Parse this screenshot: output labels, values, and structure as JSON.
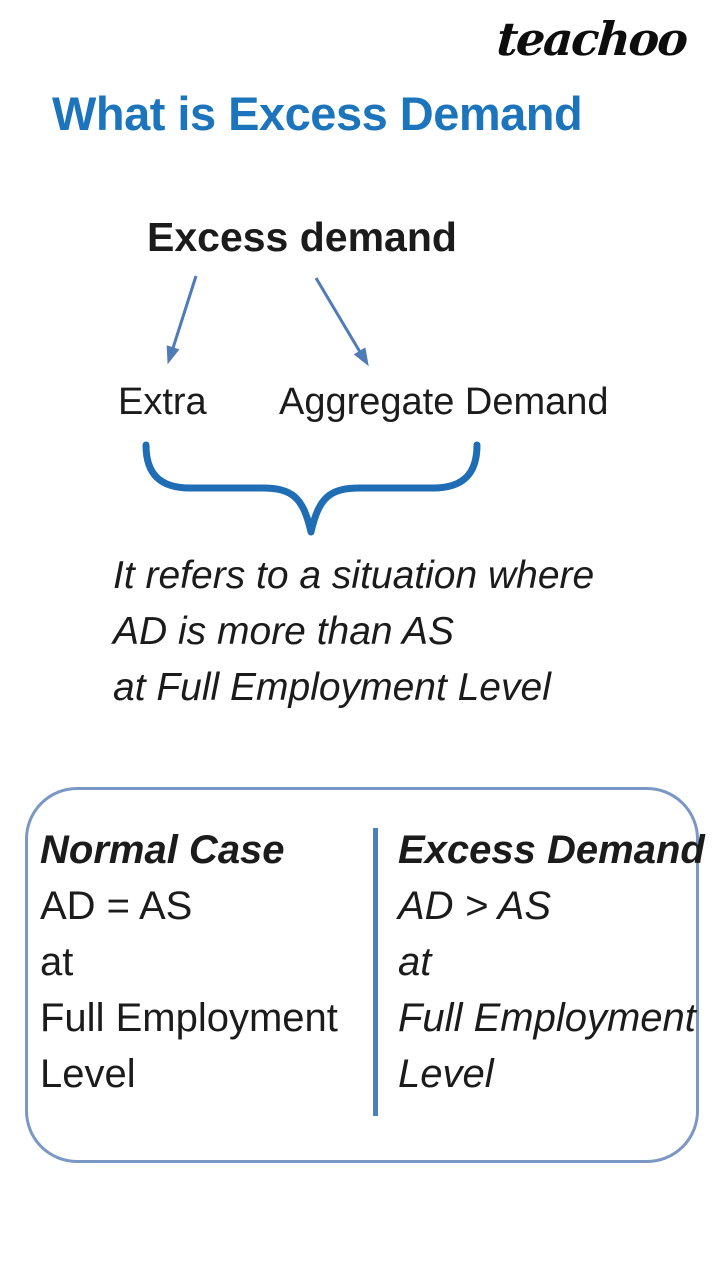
{
  "page": {
    "logo": "teachoo",
    "title": "What is Excess Demand"
  },
  "diagram": {
    "root_term": "Excess demand",
    "branches": [
      "Extra",
      "Aggregate Demand"
    ],
    "definition_lines": [
      "It refers to a situation where",
      "AD is more than AS",
      "at Full Employment Level"
    ]
  },
  "comparison": {
    "left": {
      "title": "Normal Case",
      "lines": [
        "AD = AS",
        "at",
        "Full Employment",
        "Level"
      ]
    },
    "right": {
      "title": "Excess Demand",
      "lines": [
        "AD > AS",
        "at",
        "Full Employment",
        "Level"
      ]
    }
  },
  "colors": {
    "title_blue": "#1c75bc",
    "brace_blue": "#1f6db4",
    "arrow_blue": "#4f7cb8",
    "divider_blue": "#4a7ebd",
    "box_border_blue": "#7b97c4",
    "text_black": "#1b1b1b"
  }
}
